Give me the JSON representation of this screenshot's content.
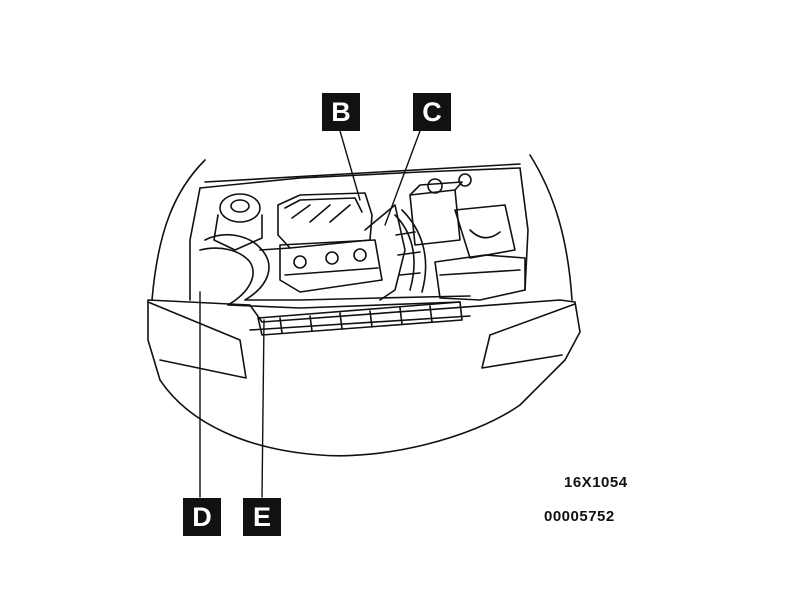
{
  "callouts": {
    "b": "B",
    "c": "C",
    "d": "D",
    "e": "E"
  },
  "codes": {
    "figure_id": "16X1054",
    "document_id": "00005752"
  },
  "colors": {
    "line": "#111111",
    "background": "#ffffff"
  }
}
